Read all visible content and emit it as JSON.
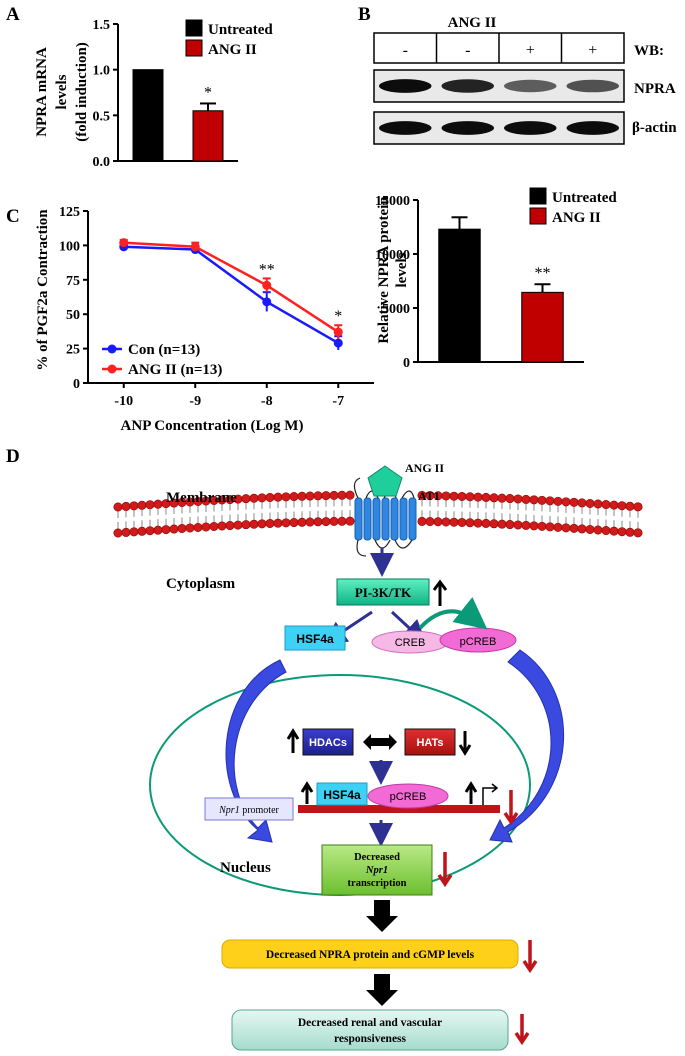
{
  "panel_labels": {
    "a": "A",
    "b": "B",
    "c": "C",
    "d": "D"
  },
  "chart_data": [
    {
      "type": "bar",
      "panel": "A",
      "ylabel_line1": "NPRA mRNA",
      "ylabel_line2": "levels",
      "ylabel_line3": "(fold induction)",
      "ylim": [
        0,
        1.5
      ],
      "yticks": [
        "0.0",
        "0.5",
        "1.0",
        "1.5"
      ],
      "categories": [
        "Untreated",
        "ANG II"
      ],
      "values": [
        1.0,
        0.55
      ],
      "errors": [
        0,
        0.08
      ],
      "colors": [
        "#000000",
        "#c00000"
      ],
      "annotations": [
        "",
        "*"
      ],
      "legend": [
        "Untreated",
        "ANG II"
      ],
      "legend_placement": "top-right"
    },
    {
      "type": "bar",
      "panel": "B",
      "ylabel_line1": "Relative NPRA protein",
      "ylabel_line2": "levels",
      "ylim": [
        0,
        15000
      ],
      "yticks": [
        "0",
        "5000",
        "10000",
        "15000"
      ],
      "categories": [
        "Untreated",
        "ANG II"
      ],
      "values": [
        12300,
        6450
      ],
      "errors": [
        1100,
        750
      ],
      "colors": [
        "#000000",
        "#c00000"
      ],
      "annotations": [
        "",
        "**"
      ],
      "legend": [
        "Untreated",
        "ANG II"
      ],
      "legend_placement": "top-right"
    },
    {
      "type": "line",
      "panel": "C",
      "ylabel": "% of PGF2a Contraction",
      "xlabel": "ANP Concentration (Log M)",
      "ylim": [
        0,
        125
      ],
      "xlim": [
        -10.5,
        -6.5
      ],
      "yticks": [
        "0",
        "25",
        "50",
        "75",
        "100",
        "125"
      ],
      "xticks": [
        "-10",
        "-9",
        "-8",
        "-7"
      ],
      "x": [
        -10,
        -9,
        -8,
        -7
      ],
      "series": [
        {
          "name": "Con (n=13)",
          "color": "#1a1aff",
          "values": [
            99,
            97,
            59,
            29
          ],
          "errors": [
            2,
            2,
            7,
            5
          ]
        },
        {
          "name": "ANG II (n=13)",
          "color": "#ff2020",
          "values": [
            102,
            99,
            71,
            37
          ],
          "errors": [
            2,
            3,
            5,
            5
          ]
        }
      ],
      "annotations": [
        {
          "x": -8,
          "text": "**"
        },
        {
          "x": -7,
          "text": "*"
        }
      ],
      "legend_placement": "bottom-left"
    }
  ],
  "blot": {
    "treatment_label": "ANG II",
    "lanes": [
      "-",
      "-",
      "+",
      "+"
    ],
    "wb_label": "WB:",
    "rows": [
      "NPRA",
      "β-actin"
    ],
    "npra_intensity": [
      0.95,
      0.85,
      0.6,
      0.65
    ],
    "actin_intensity": [
      0.95,
      0.95,
      0.95,
      0.95
    ]
  },
  "diagram": {
    "ang2": "ANG II",
    "at1": "AT1",
    "membrane": "Membrane",
    "cytoplasm": "Cytoplasm",
    "pi3k": "PI-3K/TK",
    "hsf4a": "HSF4a",
    "creb": "CREB",
    "pcreb": "pCREB",
    "hdacs": "HDACs",
    "hats": "HATs",
    "promoter_italic": "Npr1",
    "promoter_rest": " promoter",
    "hsf4a_dna": "HSF4a",
    "pcreb_dna": "pCREB",
    "nucleus": "Nucleus",
    "decreased": "Decreased",
    "npr1": "Npr1",
    "transcription": "transcription",
    "protein_box": "Decreased NPRA protein and cGMP levels",
    "response_line1": "Decreased renal and vascular",
    "response_line2": "responsiveness"
  }
}
